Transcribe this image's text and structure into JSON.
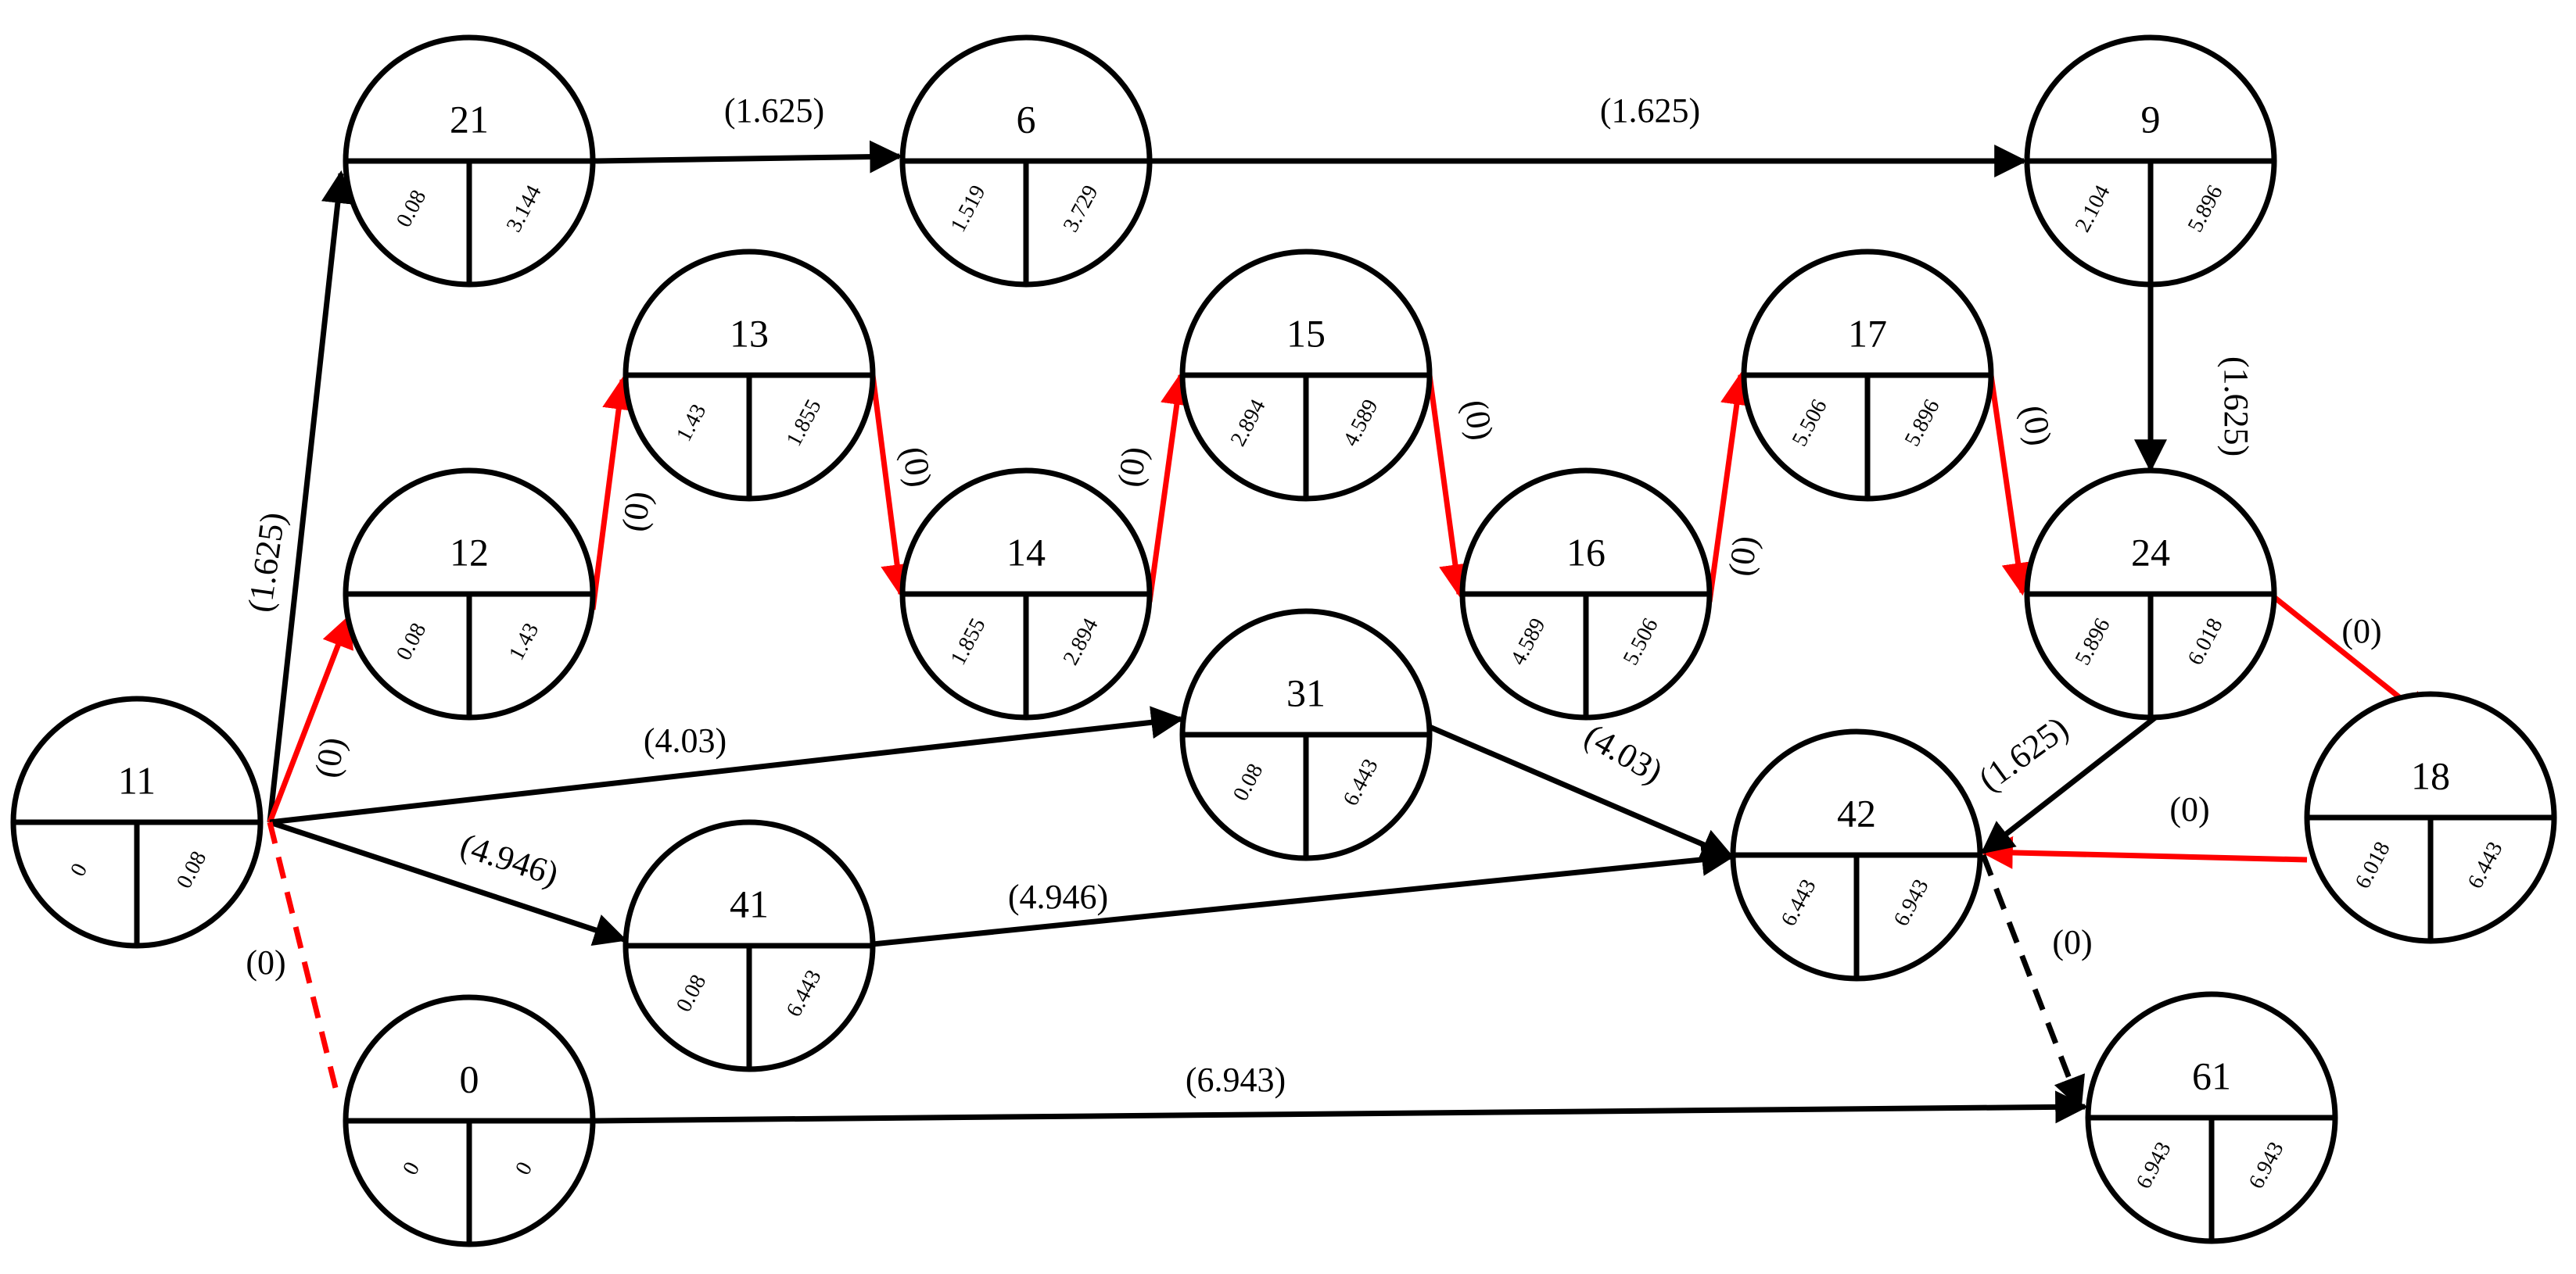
{
  "colors": {
    "black": "#000000",
    "red": "#ff0000",
    "background": "#ffffff"
  },
  "nodes": [
    {
      "id": "11",
      "left": "0",
      "right": "0.08"
    },
    {
      "id": "21",
      "left": "0.08",
      "right": "3.144"
    },
    {
      "id": "6",
      "left": "1.519",
      "right": "3.729"
    },
    {
      "id": "9",
      "left": "2.104",
      "right": "5.896"
    },
    {
      "id": "12",
      "left": "0.08",
      "right": "1.43"
    },
    {
      "id": "13",
      "left": "1.43",
      "right": "1.855"
    },
    {
      "id": "14",
      "left": "1.855",
      "right": "2.894"
    },
    {
      "id": "15",
      "left": "2.894",
      "right": "4.589"
    },
    {
      "id": "16",
      "left": "4.589",
      "right": "5.506"
    },
    {
      "id": "17",
      "left": "5.506",
      "right": "5.896"
    },
    {
      "id": "24",
      "left": "5.896",
      "right": "6.018"
    },
    {
      "id": "31",
      "left": "0.08",
      "right": "6.443"
    },
    {
      "id": "41",
      "left": "0.08",
      "right": "6.443"
    },
    {
      "id": "42",
      "left": "6.443",
      "right": "6.943"
    },
    {
      "id": "18",
      "left": "6.018",
      "right": "6.443"
    },
    {
      "id": "0",
      "left": "0",
      "right": "0"
    },
    {
      "id": "61",
      "left": "6.943",
      "right": "6.943"
    }
  ],
  "edges": [
    {
      "from": "11",
      "to": "21",
      "label": "(1.625)",
      "color": "black",
      "style": "solid"
    },
    {
      "from": "21",
      "to": "6",
      "label": "(1.625)",
      "color": "black",
      "style": "solid"
    },
    {
      "from": "6",
      "to": "9",
      "label": "(1.625)",
      "color": "black",
      "style": "solid"
    },
    {
      "from": "9",
      "to": "24",
      "label": "(1.625)",
      "color": "black",
      "style": "solid"
    },
    {
      "from": "11",
      "to": "12",
      "label": "(0)",
      "color": "red",
      "style": "solid"
    },
    {
      "from": "12",
      "to": "13",
      "label": "(0)",
      "color": "red",
      "style": "solid"
    },
    {
      "from": "13",
      "to": "14",
      "label": "(0)",
      "color": "red",
      "style": "solid"
    },
    {
      "from": "14",
      "to": "15",
      "label": "(0)",
      "color": "red",
      "style": "solid"
    },
    {
      "from": "15",
      "to": "16",
      "label": "(0)",
      "color": "red",
      "style": "solid"
    },
    {
      "from": "16",
      "to": "17",
      "label": "(0)",
      "color": "red",
      "style": "solid"
    },
    {
      "from": "17",
      "to": "24",
      "label": "(0)",
      "color": "red",
      "style": "solid"
    },
    {
      "from": "24",
      "to": "18",
      "label": "(0)",
      "color": "red",
      "style": "solid"
    },
    {
      "from": "18",
      "to": "42",
      "label": "(0)",
      "color": "red",
      "style": "solid"
    },
    {
      "from": "24",
      "to": "42",
      "label": "(1.625)",
      "color": "black",
      "style": "solid"
    },
    {
      "from": "11",
      "to": "31",
      "label": "(4.03)",
      "color": "black",
      "style": "solid"
    },
    {
      "from": "31",
      "to": "42",
      "label": "(4.03)",
      "color": "black",
      "style": "solid"
    },
    {
      "from": "11",
      "to": "41",
      "label": "(4.946)",
      "color": "black",
      "style": "solid"
    },
    {
      "from": "41",
      "to": "42",
      "label": "(4.946)",
      "color": "black",
      "style": "solid"
    },
    {
      "from": "11",
      "to": "0",
      "label": "(0)",
      "color": "red",
      "style": "dashed"
    },
    {
      "from": "0",
      "to": "61",
      "label": "(6.943)",
      "color": "black",
      "style": "solid"
    },
    {
      "from": "42",
      "to": "61",
      "label": "(0)",
      "color": "black",
      "style": "dashed"
    }
  ]
}
